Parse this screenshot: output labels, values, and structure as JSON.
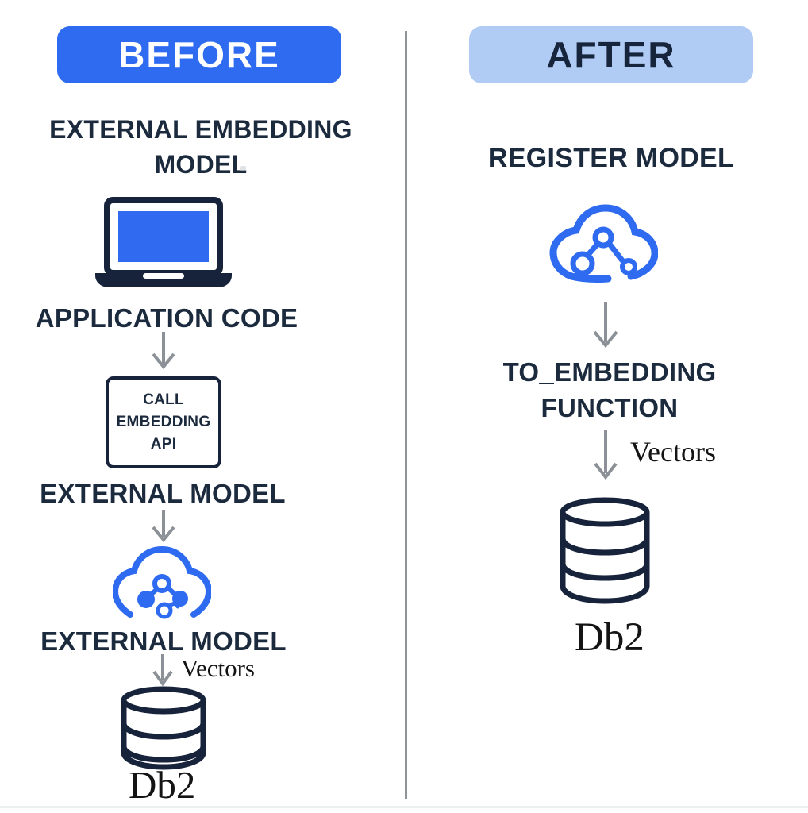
{
  "diagram": {
    "before": {
      "badge": "BEFORE",
      "title": "EXTERNAL EMBEDDING MODEL",
      "app_label": "APPLICATION CODE",
      "api_box": {
        "line1": "CALL",
        "line2": "EMBEDDING",
        "line3": "API"
      },
      "model_label_a": "EXTERNAL MODEL",
      "model_label_b": "EXTERNAL MODEL",
      "vectors": "Vectors",
      "db": "Db2"
    },
    "after": {
      "badge": "AFTER",
      "title": "REGISTER MODEL",
      "function_label": "TO_EMBEDDING FUNCTION",
      "vectors": "Vectors",
      "db": "Db2"
    },
    "icons": {
      "laptop": "laptop-icon",
      "cloud_model": "cloud-model-icon",
      "database": "database-icon",
      "arrow_down": "arrow-down-icon"
    },
    "colors": {
      "accent_blue": "#2e6bf0",
      "badge_light_blue": "#b1ccf4",
      "navy": "#16233b",
      "heading_navy": "#1c2a3e",
      "arrow_gray": "#8b9196",
      "divider_gray": "#8d9495",
      "serif_black": "#141414"
    }
  }
}
